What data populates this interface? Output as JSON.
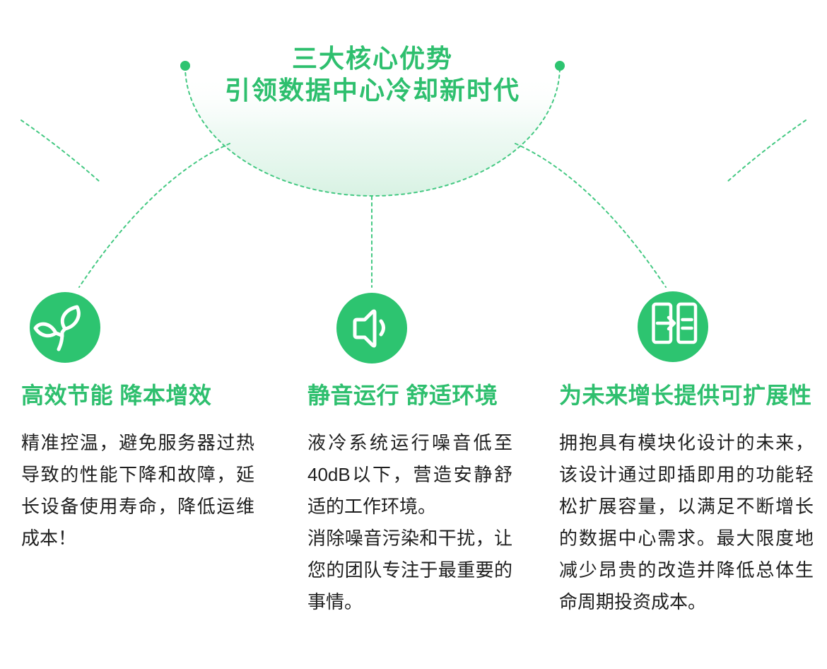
{
  "colors": {
    "green": "#2EBF6E",
    "green_circle": "#2DC470",
    "dash_green": "#45C983",
    "bowl_fill": "#D8F2E3",
    "body_text": "#1F1F1F"
  },
  "header": {
    "title_line1": "三大核心优势",
    "title_line2": "引领数据中心冷却新时代"
  },
  "features": [
    {
      "icon": "leaf-icon",
      "heading": "高效节能 降本增效",
      "paragraphs": [
        "精准控温，避免服务器过热导致的性能下降和故障，延长设备使用寿命，降低运维成本！"
      ]
    },
    {
      "icon": "speaker-icon",
      "heading": "静音运行 舒适环境",
      "paragraphs": [
        "液冷系统运行噪音低至40dB以下，营造安静舒适的工作环境。",
        "消除噪音污染和干扰，让您的团队专注于最重要的事情。"
      ]
    },
    {
      "icon": "expand-panels-icon",
      "heading": "为未来增长提供可扩展性",
      "paragraphs": [
        "拥抱具有模块化设计的未来，该设计通过即插即用的功能轻松扩展容量，以满足不断增长的数据中心需求。最大限度地减少昂贵的改造并降低总体生命周期投资成本。"
      ]
    }
  ]
}
